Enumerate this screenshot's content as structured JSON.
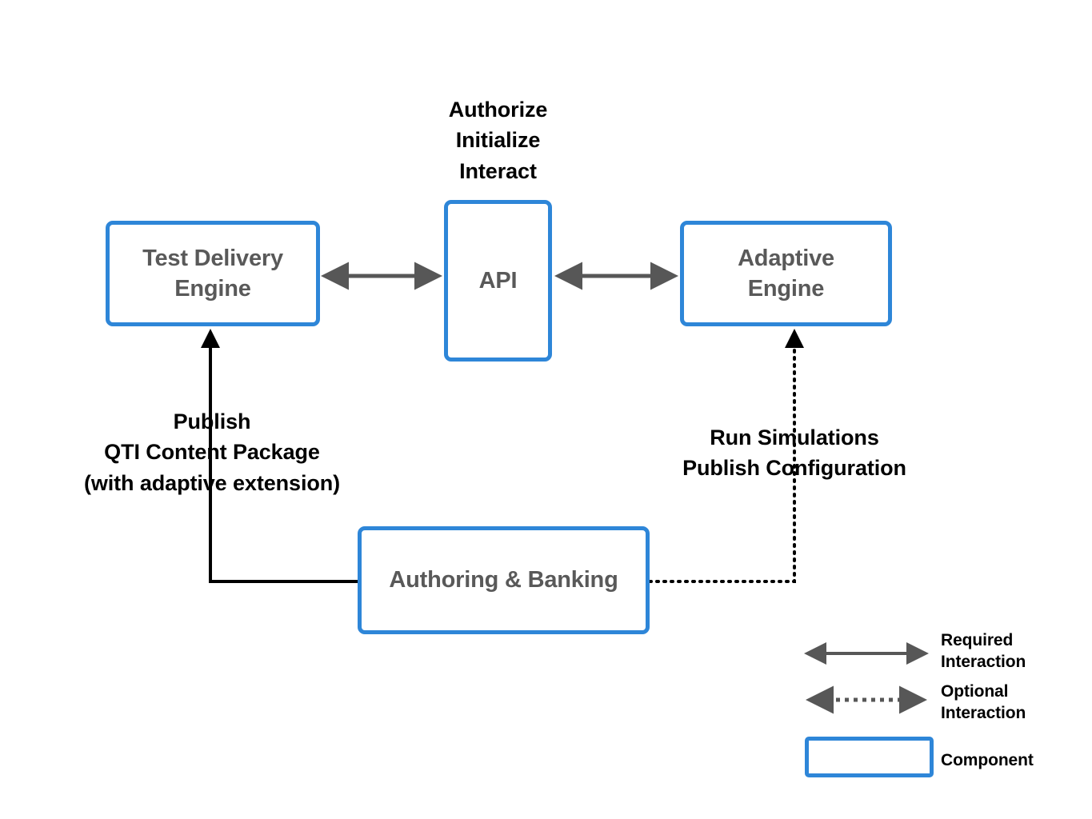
{
  "diagram": {
    "title_labels": {
      "api_flow": "Authorize\nInitialize\nInteract",
      "publish_flow": "Publish\nQTI Content Package\n(with adaptive extension)",
      "simulations_flow": "Run Simulations\nPublish Configuration"
    },
    "components": [
      {
        "id": "test-delivery-engine",
        "label": "Test Delivery\nEngine"
      },
      {
        "id": "api",
        "label": "API"
      },
      {
        "id": "adaptive-engine",
        "label": "Adaptive\nEngine"
      },
      {
        "id": "authoring-and-banking",
        "label": "Authoring & Banking"
      }
    ],
    "legend": {
      "items": [
        {
          "id": "required-interaction",
          "label": "Required\nInteraction",
          "style": "solid-double-arrow"
        },
        {
          "id": "optional-interaction",
          "label": "Optional\nInteraction",
          "style": "dotted-double-arrow"
        },
        {
          "id": "component",
          "label": "Component",
          "style": "blue-rounded-box"
        }
      ]
    },
    "colors": {
      "component_border": "#2e86d8",
      "component_text": "#595959",
      "required_arrow": "#575757",
      "optional_arrow": "#575757",
      "flow_arrow": "#000000",
      "label_text": "#000000",
      "background": "#ffffff"
    }
  }
}
